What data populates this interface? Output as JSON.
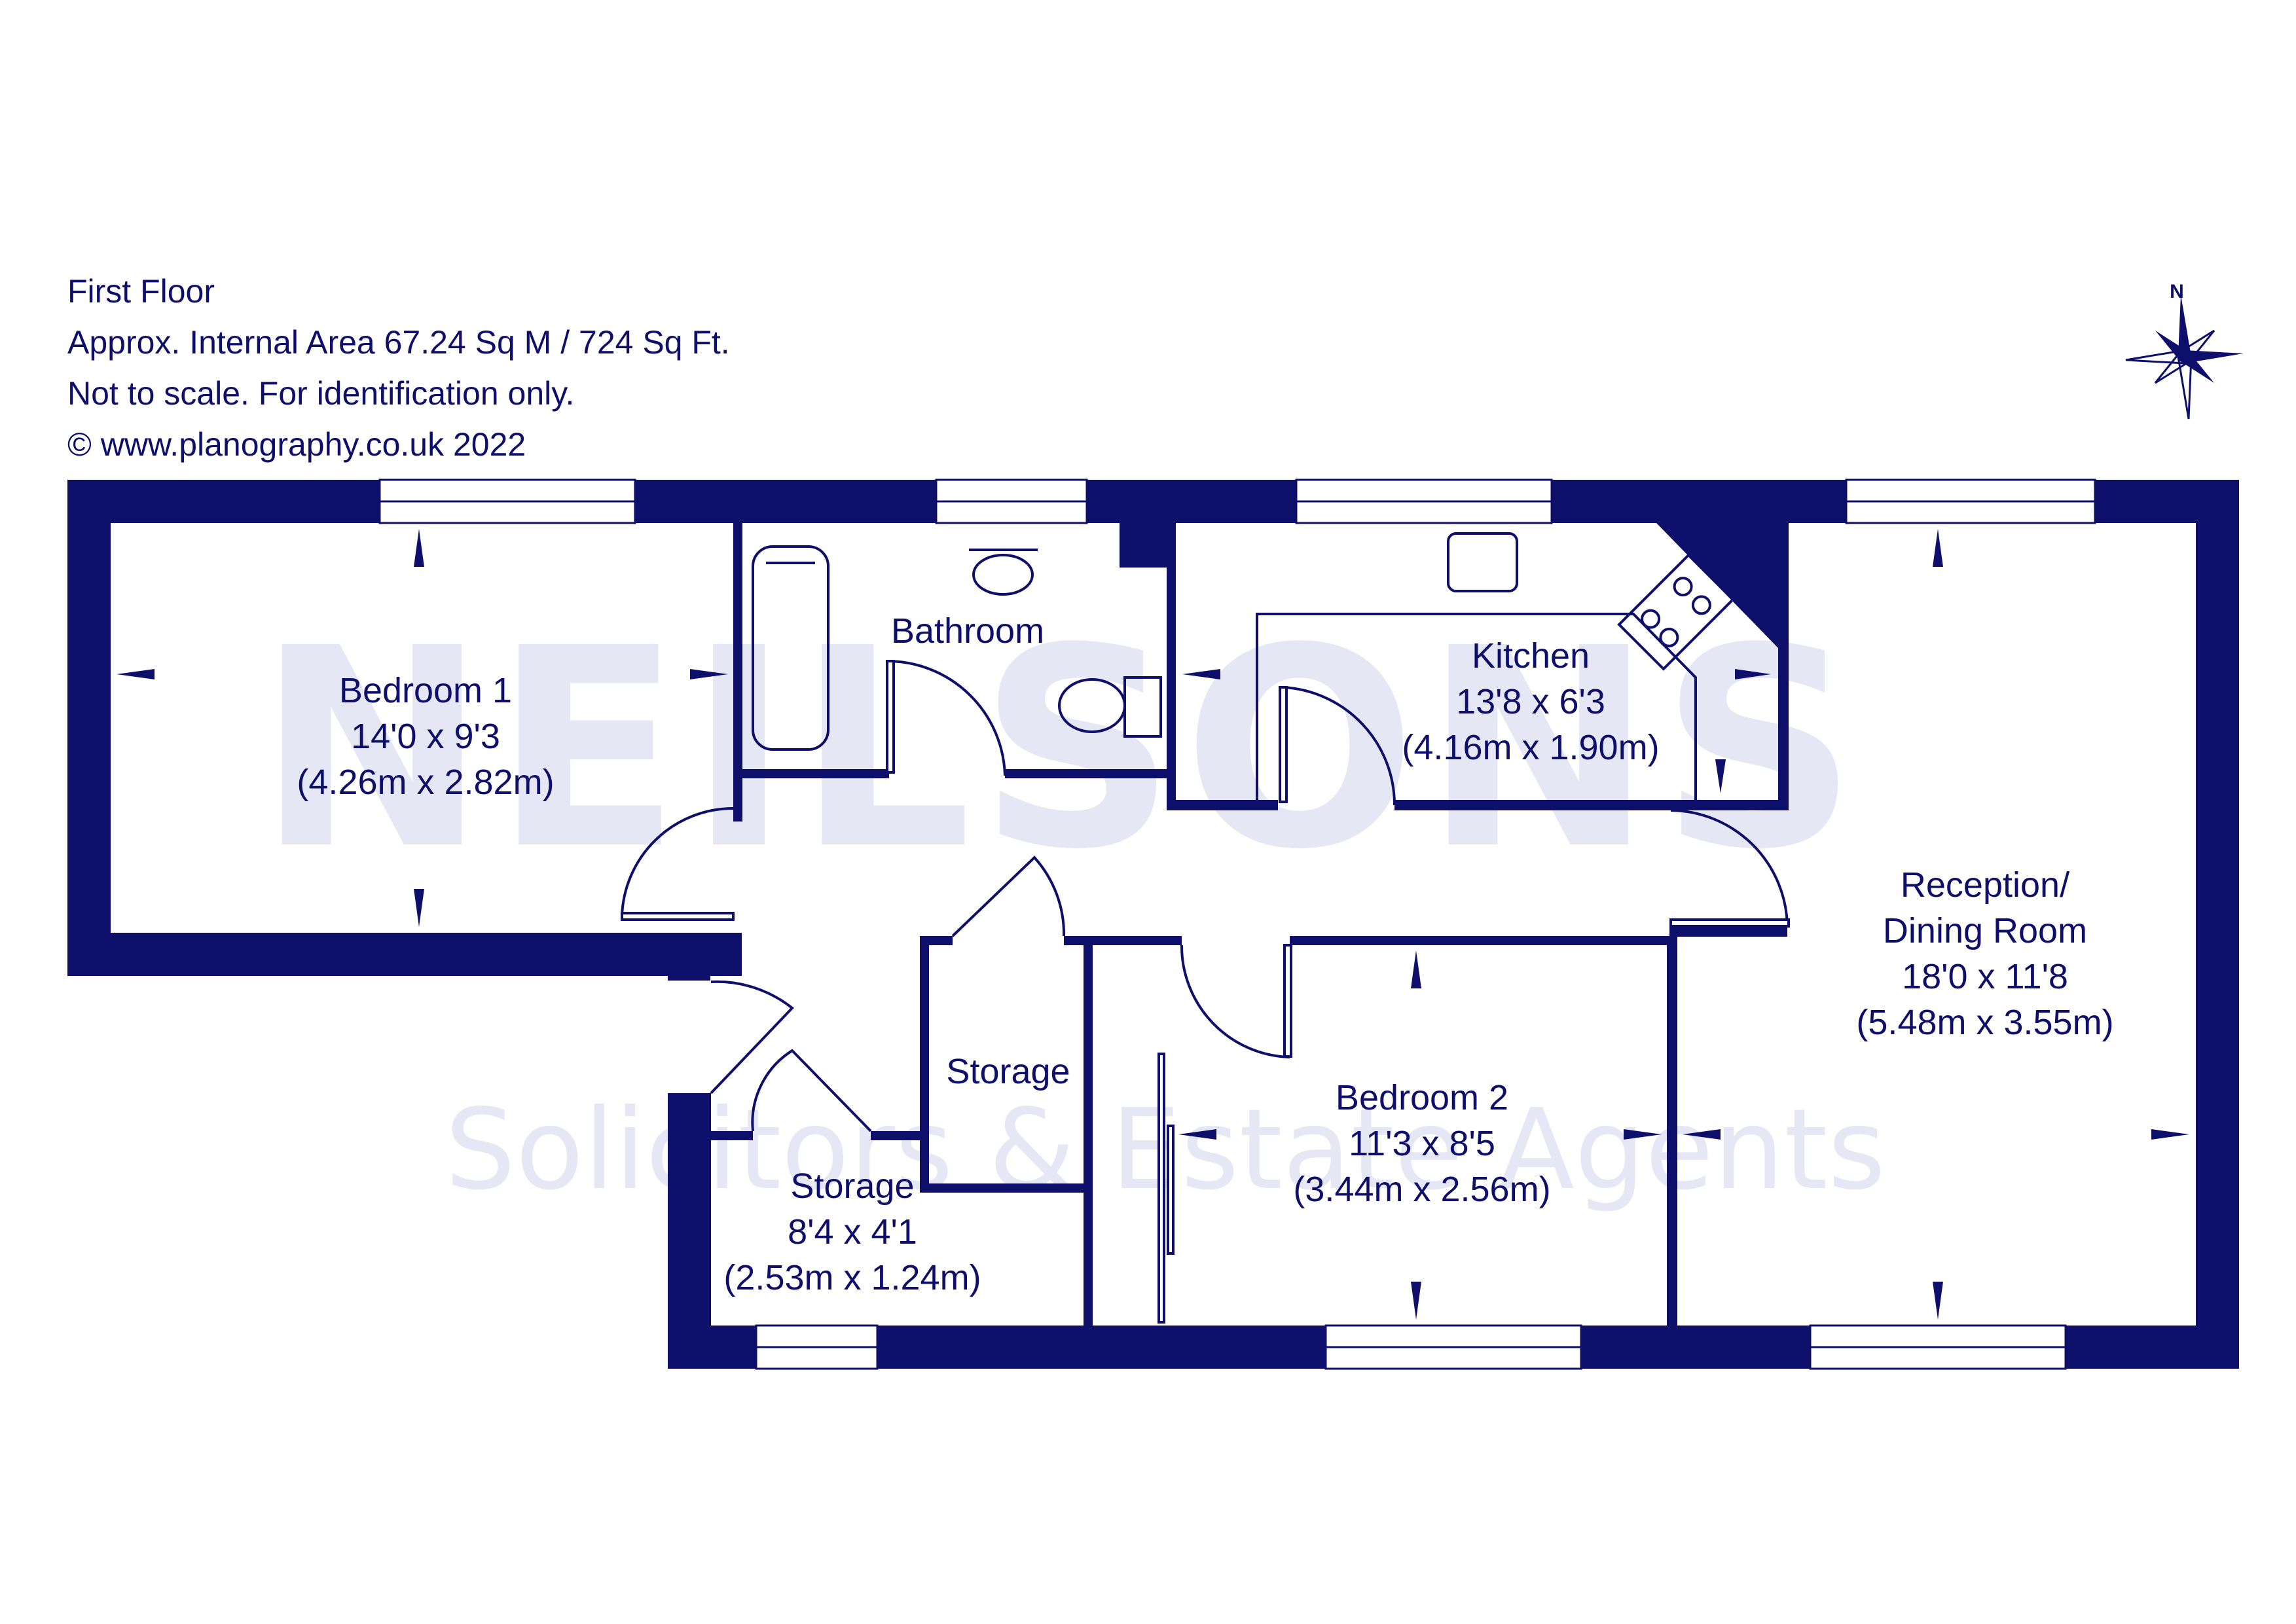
{
  "header": {
    "floor": "First Floor",
    "area": "Approx. Internal Area 67.24 Sq M / 724 Sq Ft.",
    "disclaimer": "Not to scale. For identification only.",
    "copyright": "© www.planography.co.uk 2022"
  },
  "compass": {
    "north_label": "N",
    "icon": "compass-rose-icon"
  },
  "watermark": {
    "line1": "NEILSONS",
    "line2": "Solicitors & Estate Agents"
  },
  "colors": {
    "wall": "#0d0f6b",
    "text": "#0d0f6b",
    "watermark": "#e6e7f4",
    "background": "#ffffff"
  },
  "rooms": {
    "bedroom1": {
      "name": "Bedroom 1",
      "imperial": "14'0 x 9'3",
      "metric": "(4.26m x 2.82m)"
    },
    "bathroom": {
      "name": "Bathroom"
    },
    "kitchen": {
      "name": "Kitchen",
      "imperial": "13'8 x 6'3",
      "metric": "(4.16m x 1.90m)"
    },
    "reception": {
      "name_line1": "Reception/",
      "name_line2": "Dining Room",
      "imperial": "18'0 x 11'8",
      "metric": "(5.48m x 3.55m)"
    },
    "bedroom2": {
      "name": "Bedroom 2",
      "imperial": "11'3 x 8'5",
      "metric": "(3.44m x 2.56m)"
    },
    "storage_small": {
      "name": "Storage"
    },
    "storage": {
      "name": "Storage",
      "imperial": "8'4 x 4'1",
      "metric": "(2.53m x 1.24m)"
    }
  }
}
